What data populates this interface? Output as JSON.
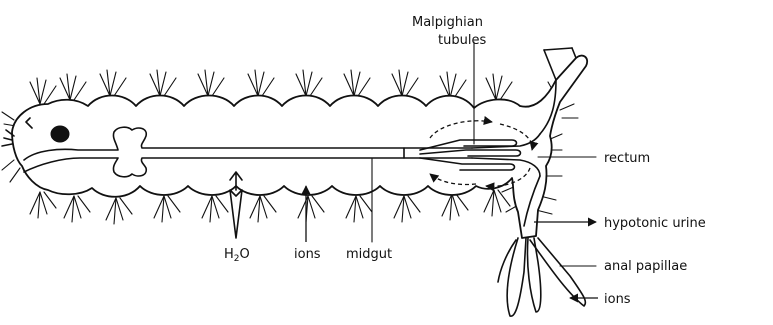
{
  "labels": {
    "malpighian_line1": "Malpighian",
    "malpighian_line2": "tubules",
    "rectum": "rectum",
    "hypotonic_urine": "hypotonic urine",
    "anal_papillae": "anal papillae",
    "ions_right": "ions",
    "water_main": "H",
    "water_sub": "2",
    "water_tail": "O",
    "ions_bottom": "ions",
    "midgut": "midgut"
  },
  "colors": {
    "ink": "#111111",
    "background": "#ffffff"
  }
}
